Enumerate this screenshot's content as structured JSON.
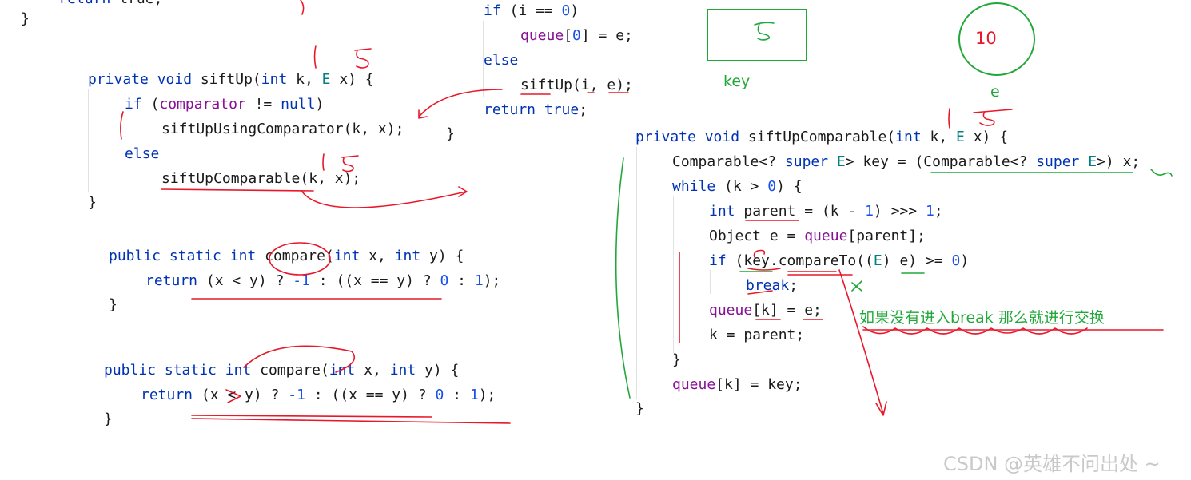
{
  "code_left": {
    "top_fragment": {
      "prefix": "    ",
      "kw": "return",
      "rest": " true;"
    },
    "closing_brace_1": "}",
    "siftup": {
      "sig": {
        "kw1": "private",
        "sp1": " ",
        "kw2": "void",
        "name": " siftUp(",
        "kw3": "int",
        "p1": " k, ",
        "type": "E",
        "p2": " x) {"
      },
      "if_line": {
        "kw": "if",
        "a": " (",
        "field": "comparator",
        "b": " != ",
        "kw2": "null",
        "c": ")"
      },
      "call1": "siftUpUsingComparator(k, x);",
      "else_kw": "else",
      "call2": "siftUpComparable(k, x);",
      "close": "}"
    },
    "compare1": {
      "sig": {
        "kw1": "public",
        "s1": " ",
        "kw2": "static",
        "s2": " ",
        "kw3": "int",
        "name": " compare(",
        "kw4": "int",
        "p1": " x, ",
        "kw5": "int",
        "p2": " y) {"
      },
      "ret": {
        "kw": "return",
        "a": " (x < y) ? ",
        "n1": "-1",
        "b": " : ((x == y) ? ",
        "n2": "0",
        "c": " : ",
        "n3": "1",
        "d": ");"
      },
      "close": "}"
    },
    "compare2": {
      "sig": {
        "kw1": "public",
        "s1": " ",
        "kw2": "static",
        "s2": " ",
        "kw3": "int",
        "name": " compare(",
        "kw4": "int",
        "p1": " x, ",
        "kw5": "int",
        "p2": " y) {"
      },
      "ret": {
        "kw": "return",
        "a": " (x < y) ? ",
        "n1": "-1",
        "b": " : ((x == y) ? ",
        "n2": "0",
        "c": " : ",
        "n3": "1",
        "d": ");"
      },
      "close": "}"
    }
  },
  "code_mid": {
    "if_line": {
      "kw": "if",
      "a": " (i == ",
      "n": "0",
      "b": ")"
    },
    "assign": {
      "field": "queue",
      "a": "[",
      "n": "0",
      "b": "] = e;"
    },
    "else_kw": "else",
    "call": "siftUp(i, e);",
    "ret": {
      "kw": "return",
      "sp": " ",
      "kw2": "true",
      "end": ";"
    },
    "close": "}"
  },
  "code_right": {
    "sig": {
      "kw1": "private",
      "s1": " ",
      "kw2": "void",
      "name": " siftUpComparable(",
      "kw3": "int",
      "p1": " k, ",
      "type": "E",
      "p2": " x) {"
    },
    "line1": {
      "a": "Comparable<? ",
      "kw": "super",
      "s": " ",
      "t": "E",
      "b": "> key = (Comparable<? ",
      "kw2": "super",
      "s2": " ",
      "t2": "E",
      "c": ">) x;"
    },
    "line2": {
      "kw": "while",
      "a": " (k > ",
      "n": "0",
      "b": ") {"
    },
    "line3": {
      "kw": "int",
      "a": " parent = (k - ",
      "n1": "1",
      "b": ") >>> ",
      "n2": "1",
      "c": ";"
    },
    "line4": {
      "a": "Object e = ",
      "field": "queue",
      "b": "[parent];"
    },
    "line5": {
      "kw": "if",
      "a": " (key.compareTo((",
      "t": "E",
      "b": ") e) >= ",
      "n": "0",
      "c": ")"
    },
    "line6": {
      "kw": "break",
      "a": ";"
    },
    "line7": {
      "field": "queue",
      "a": "[k] = e;"
    },
    "line8": "k = parent;",
    "line9": "}",
    "line10": {
      "field": "queue",
      "a": "[k] = key;"
    },
    "line11": "}"
  },
  "annotations": {
    "box_label": "key",
    "circle_value": "10",
    "circle_label": "e",
    "chinese_note": "如果没有进入break 那么就进行交换",
    "colors": {
      "red": "#e8182a",
      "green": "#22a83a"
    }
  },
  "watermark": "CSDN @英雄不问出处 ~"
}
